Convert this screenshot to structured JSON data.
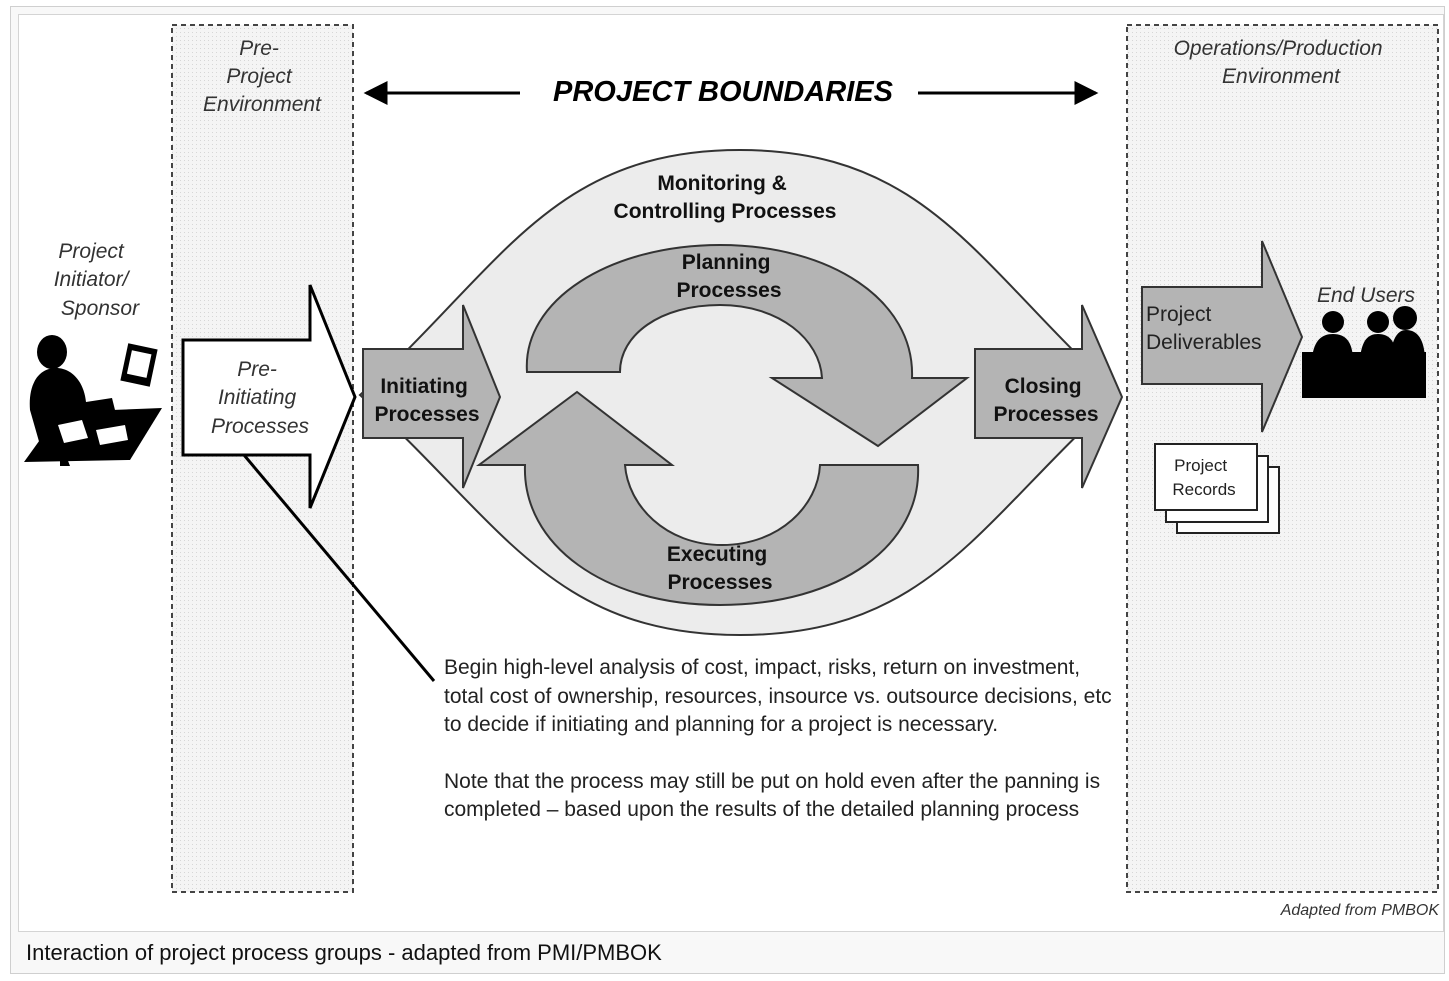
{
  "diagram": {
    "header": "PROJECT BOUNDARIES",
    "zones": {
      "pre_project": [
        "Pre-",
        "Project",
        "Environment"
      ],
      "operations": [
        "Operations/Production",
        "Environment"
      ]
    },
    "actors": {
      "initiator": [
        "Project",
        "Initiator/",
        "Sponsor"
      ],
      "end_users": "End Users"
    },
    "processes": {
      "pre_initiating": [
        "Pre-",
        "Initiating",
        "Processes"
      ],
      "initiating": [
        "Initiating",
        "Processes"
      ],
      "monitoring": [
        "Monitoring &",
        "Controlling  Processes"
      ],
      "planning": [
        "Planning",
        "Processes"
      ],
      "executing": [
        "Executing",
        "Processes"
      ],
      "closing": [
        "Closing",
        "Processes"
      ]
    },
    "outputs": {
      "deliverables": [
        "Project",
        "Deliverables"
      ],
      "records": [
        "Project",
        "Records"
      ]
    },
    "note": [
      "Begin high-level analysis of cost, impact, risks, return on investment, total cost of ownership, resources, insource vs. outsource decisions, etc to decide if initiating and planning for a project is necessary.",
      "Note that the process may still be put on hold even after the panning is completed – based upon the results of the detailed planning process"
    ],
    "credit": "Adapted from PMBOK"
  },
  "caption": "Interaction of project process groups - adapted from PMI/PMBOK",
  "colors": {
    "process_fill": "#b4b4b4",
    "lens_fill": "#ececec",
    "zone_fill": "#f2f2f2",
    "ink": "#000000"
  }
}
